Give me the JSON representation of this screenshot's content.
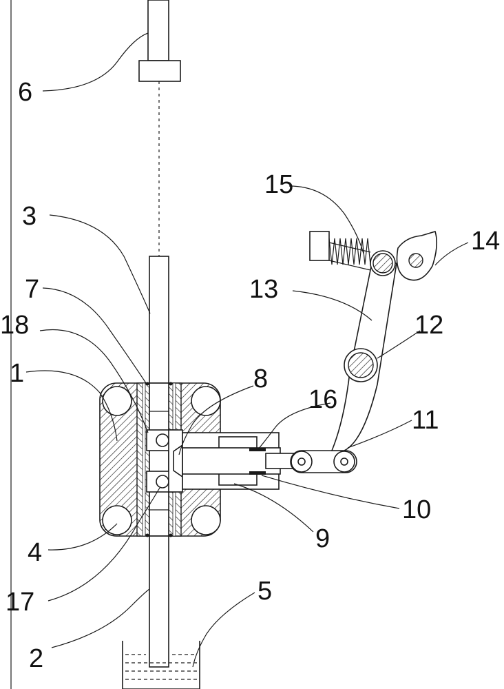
{
  "labels": {
    "l1": "1",
    "l2": "2",
    "l3": "3",
    "l4": "4",
    "l5": "5",
    "l6": "6",
    "l7": "7",
    "l8": "8",
    "l9": "9",
    "l10": "10",
    "l11": "11",
    "l12": "12",
    "l13": "13",
    "l14": "14",
    "l15": "15",
    "l16": "16",
    "l17": "17",
    "l18": "18"
  },
  "colors": {
    "stroke": "#1a1a1a",
    "background": "#ffffff",
    "hatch": "#1a1a1a"
  }
}
